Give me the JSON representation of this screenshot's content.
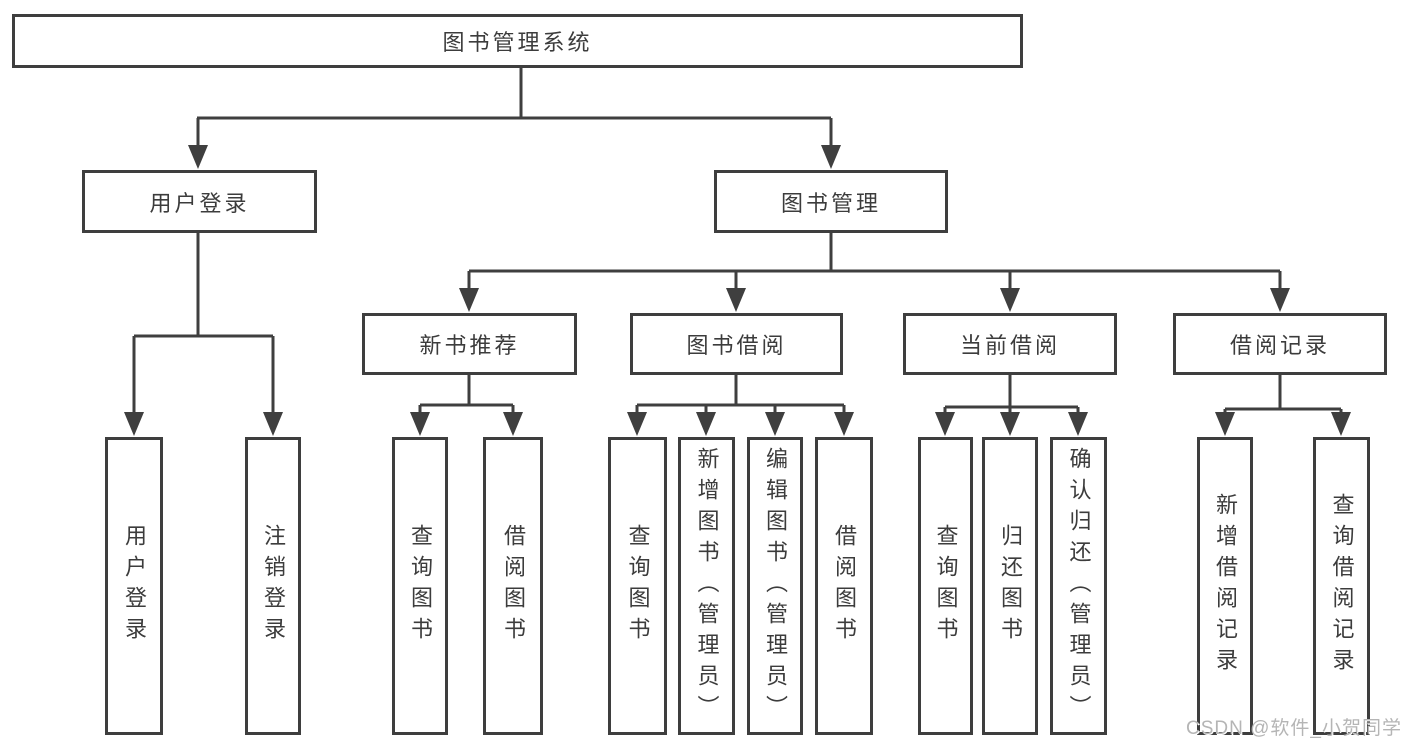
{
  "diagram": {
    "type": "hierarchy-tree",
    "watermark": "CSDN @软件_小贺同学",
    "colors": {
      "line": "#3f3f3f",
      "box_border": "#3e3e3e",
      "text": "#3c3c3c",
      "watermark": "#b5b5b5",
      "background": "#ffffff"
    },
    "nodes": {
      "root": "图书管理系统",
      "user_login": "用户登录",
      "book_mgmt": "图书管理",
      "new_book_rec": "新书推荐",
      "book_borrow": "图书借阅",
      "current_borrow": "当前借阅",
      "borrow_records": "借阅记录",
      "leaf_user_login": "用户登录",
      "leaf_logout": "注销登录",
      "leaf_query_book_rec": "查询图书",
      "leaf_borrow_book_rec": "借阅图书",
      "leaf_query_book_borrow": "查询图书",
      "leaf_add_book": "新增图书（管理员）",
      "leaf_edit_book": "编辑图书（管理员）",
      "leaf_borrow_book": "借阅图书",
      "leaf_query_book_current": "查询图书",
      "leaf_return_book": "归还图书",
      "leaf_confirm_return": "确认归还（管理员）",
      "leaf_add_record": "新增借阅记录",
      "leaf_query_record": "查询借阅记录"
    },
    "structure": {
      "root_children": [
        "用户登录",
        "图书管理"
      ],
      "用户登录_children": [
        "用户登录",
        "注销登录"
      ],
      "图书管理_children": [
        "新书推荐",
        "图书借阅",
        "当前借阅",
        "借阅记录"
      ],
      "新书推荐_children": [
        "查询图书",
        "借阅图书"
      ],
      "图书借阅_children": [
        "查询图书",
        "新增图书（管理员）",
        "编辑图书（管理员）",
        "借阅图书"
      ],
      "当前借阅_children": [
        "查询图书",
        "归还图书",
        "确认归还（管理员）"
      ],
      "借阅记录_children": [
        "新增借阅记录",
        "查询借阅记录"
      ]
    }
  }
}
